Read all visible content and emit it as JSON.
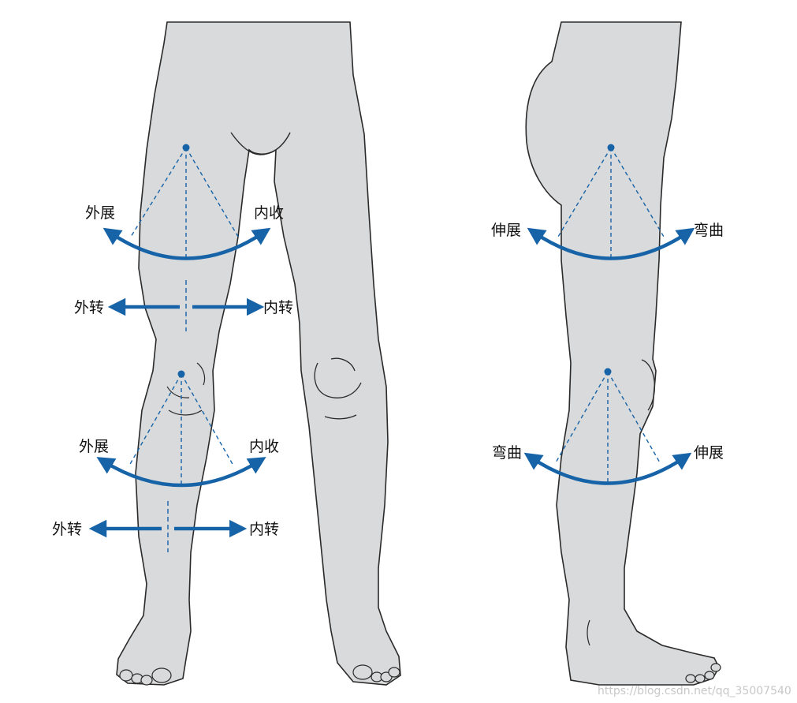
{
  "colors": {
    "skin": "#d9dadb",
    "outline": "#2a2a2a",
    "arrow": "#1763a8",
    "dash": "#1763a8"
  },
  "front_view": {
    "hip": {
      "abduction": "外展",
      "adduction": "内收",
      "external_rotation": "外转",
      "internal_rotation": "内转"
    },
    "knee": {
      "abduction": "外展",
      "adduction": "内收",
      "external_rotation": "外转",
      "internal_rotation": "内转"
    }
  },
  "side_view": {
    "hip": {
      "extension": "伸展",
      "flexion": "弯曲"
    },
    "knee": {
      "flexion": "弯曲",
      "extension": "伸展"
    }
  },
  "watermark": "https://blog.csdn.net/qq_35007540"
}
